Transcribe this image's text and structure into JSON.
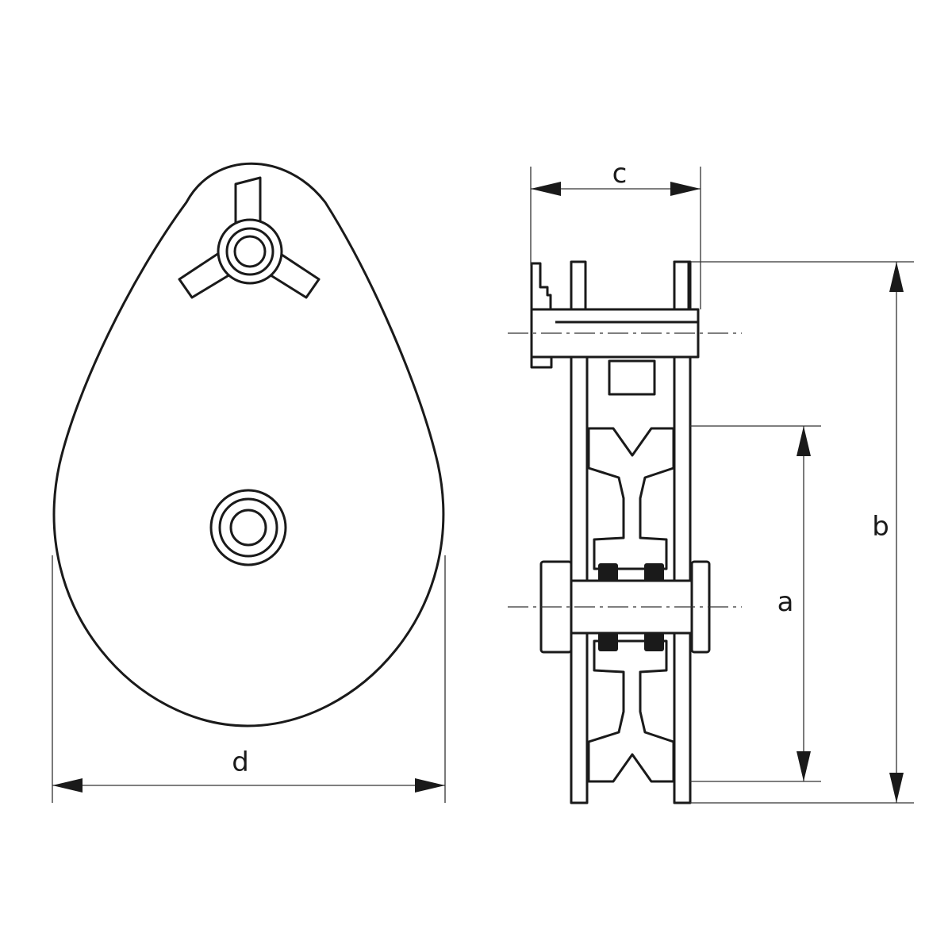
{
  "dimensions": {
    "a": "a",
    "b": "b",
    "c": "c",
    "d": "d"
  },
  "colors": {
    "line": "#1a1a1a",
    "background": "#ffffff"
  }
}
